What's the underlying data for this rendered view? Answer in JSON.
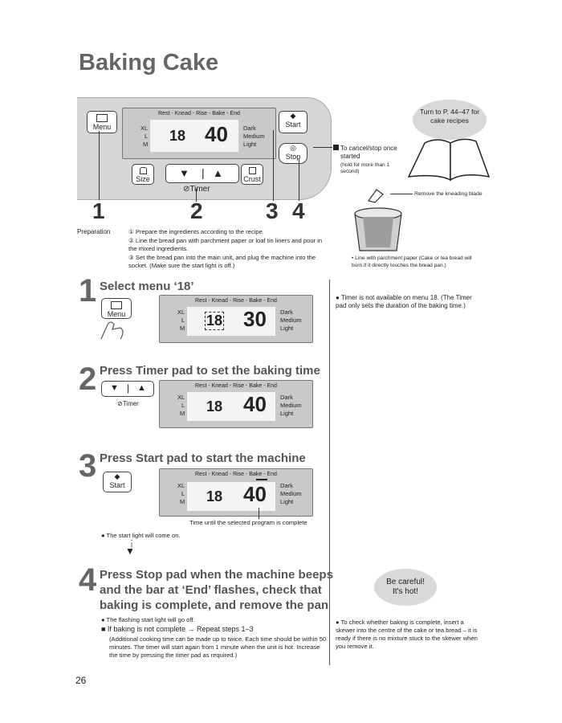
{
  "page": {
    "title": "Baking Cake",
    "page_number": "26"
  },
  "panel": {
    "menu_label": "Menu",
    "start_label": "Start",
    "stop_label": "Stop",
    "size_label": "Size",
    "crust_label": "Crust",
    "timer_label": "Timer",
    "stages": "Rest - Knead - Rise - Bake - End",
    "sizes": [
      "XL",
      "L",
      "M"
    ],
    "crusts": [
      "Dark",
      "Medium",
      "Light"
    ],
    "menu_value": "18",
    "time_value": "40",
    "callout_numbers": [
      "1",
      "2",
      "3",
      "4"
    ],
    "stop_note": "To cancel/stop once started",
    "stop_note_hold": "(hold for more than 1 second)"
  },
  "cake_bubble": "Turn to P. 44–47 for cake recipes",
  "kneading_note": "Remove the kneading blade",
  "parchment_note": "• Line with parchment paper (Cake or tea bread will burn if it directly touches the bread pan.)",
  "preparation": {
    "label": "Preparation",
    "items": [
      "① Prepare the ingredients according to the recipe.",
      "② Line the bread pan with parchment paper or loaf tin liners and pour in the mixed ingredients.",
      "③ Set the bread pan into the main unit, and plug the machine into the socket. (Make sure the start light is off.)"
    ]
  },
  "steps": [
    {
      "number": "1",
      "title": "Select menu ‘18’",
      "lcd_menu": "18",
      "lcd_time": "30",
      "side_note": "● Timer is not available on menu 18. (The Timer pad only sets the duration of the baking time.)"
    },
    {
      "number": "2",
      "title": "Press Timer pad to set the baking time",
      "lcd_menu": "18",
      "lcd_time": "40"
    },
    {
      "number": "3",
      "title": "Press Start pad to start the machine",
      "lcd_menu": "18",
      "lcd_time": "40",
      "lcd_note": "Time until the selected program is complete",
      "note": "● The start light will come on."
    },
    {
      "number": "4",
      "title_lines": [
        "Press Stop pad when the machine beeps",
        "and the bar at ‘End’ flashes, check that",
        "baking is complete, and remove the pan"
      ],
      "note1": "● The flashing start light will go off.",
      "note2": "■ If baking is not complete → Repeat steps 1–3",
      "note3": "(Additional cooking time can be made up to twice. Each time should be within 50 minutes. The timer will start again from 1 minute when the unit is hot. Increase the time by pressing the timer pad as required.)",
      "bubble": "Be careful! It's hot!",
      "side_note": "● To check whether baking is complete, insert a skewer into the centre of the cake or tea bread – it is ready if there is no mixture stuck to the skewer when you remove it."
    }
  ]
}
